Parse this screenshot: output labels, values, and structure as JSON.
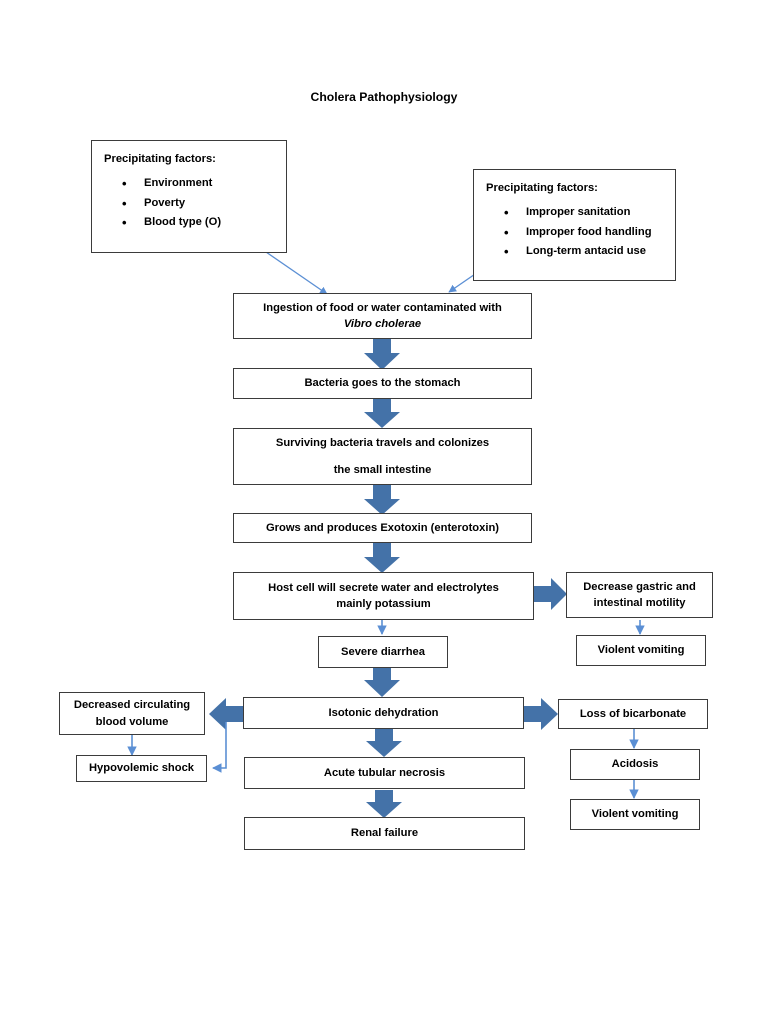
{
  "title": "Cholera Pathophysiology",
  "colors": {
    "thick_arrow": "#4472a8",
    "thin_arrow": "#5b8fd4",
    "box_border": "#3b3b3b",
    "background": "#ffffff",
    "text": "#000000"
  },
  "factor_boxes": [
    {
      "id": "precipitating-factors-left",
      "title": "Precipitating factors:",
      "items": [
        "Environment",
        "Poverty",
        "Blood type (O)"
      ]
    },
    {
      "id": "precipitating-factors-right",
      "title": "Precipitating factors:",
      "items": [
        "Improper sanitation",
        "Improper food handling",
        "Long-term antacid use"
      ]
    }
  ],
  "nodes": [
    {
      "id": "ingestion",
      "lines": [
        "Ingestion of food or water contaminated with",
        "Vibro cholerae"
      ],
      "italic_lines": [
        1
      ]
    },
    {
      "id": "stomach",
      "lines": [
        "Bacteria goes to the stomach"
      ],
      "italic_lines": []
    },
    {
      "id": "colonizes",
      "lines": [
        "Surviving bacteria travels and colonizes",
        "the small intestine"
      ],
      "italic_lines": []
    },
    {
      "id": "exotoxin",
      "lines": [
        "Grows and produces Exotoxin (enterotoxin)"
      ],
      "italic_lines": []
    },
    {
      "id": "host-cell",
      "lines": [
        "Host cell will secrete water and electrolytes",
        "mainly potassium"
      ],
      "italic_lines": []
    },
    {
      "id": "severe-diarrhea",
      "lines": [
        "Severe diarrhea"
      ],
      "italic_lines": []
    },
    {
      "id": "isotonic-dehydration",
      "lines": [
        "Isotonic dehydration"
      ],
      "italic_lines": []
    },
    {
      "id": "acute-tubular-necrosis",
      "lines": [
        "Acute tubular necrosis"
      ],
      "italic_lines": []
    },
    {
      "id": "renal-failure",
      "lines": [
        "Renal failure"
      ],
      "italic_lines": []
    },
    {
      "id": "decreased-blood-volume",
      "lines": [
        "Decreased circulating",
        "blood volume"
      ],
      "italic_lines": []
    },
    {
      "id": "hypovolemic-shock",
      "lines": [
        "Hypovolemic shock"
      ],
      "italic_lines": []
    },
    {
      "id": "decrease-motility",
      "lines": [
        "Decrease gastric and",
        "intestinal motility"
      ],
      "italic_lines": []
    },
    {
      "id": "violent-vomiting-right",
      "lines": [
        "Violent vomiting"
      ],
      "italic_lines": []
    },
    {
      "id": "loss-of-bicarbonate",
      "lines": [
        "Loss of bicarbonate"
      ],
      "italic_lines": []
    },
    {
      "id": "acidosis",
      "lines": [
        "Acidosis"
      ],
      "italic_lines": []
    },
    {
      "id": "violent-vomiting-far-right",
      "lines": [
        "Violent vomiting"
      ],
      "italic_lines": []
    }
  ],
  "connections": [
    {
      "from": "precipitating-factors-left",
      "to": "ingestion",
      "style": "thin-diagonal"
    },
    {
      "from": "precipitating-factors-right",
      "to": "ingestion",
      "style": "thin-diagonal"
    },
    {
      "from": "ingestion",
      "to": "stomach",
      "style": "thick-down"
    },
    {
      "from": "stomach",
      "to": "colonizes",
      "style": "thick-down"
    },
    {
      "from": "colonizes",
      "to": "exotoxin",
      "style": "thick-down"
    },
    {
      "from": "exotoxin",
      "to": "host-cell",
      "style": "thick-down"
    },
    {
      "from": "host-cell",
      "to": "severe-diarrhea",
      "style": "thin-down"
    },
    {
      "from": "host-cell",
      "to": "decrease-motility",
      "style": "thick-right"
    },
    {
      "from": "decrease-motility",
      "to": "violent-vomiting-right",
      "style": "thin-down"
    },
    {
      "from": "severe-diarrhea",
      "to": "isotonic-dehydration",
      "style": "thick-down"
    },
    {
      "from": "isotonic-dehydration",
      "to": "decreased-blood-volume",
      "style": "thick-left"
    },
    {
      "from": "isotonic-dehydration",
      "to": "loss-of-bicarbonate",
      "style": "thick-right"
    },
    {
      "from": "isotonic-dehydration",
      "to": "acute-tubular-necrosis",
      "style": "thick-down"
    },
    {
      "from": "isotonic-dehydration",
      "to": "hypovolemic-shock",
      "style": "thin-elbow"
    },
    {
      "from": "decreased-blood-volume",
      "to": "hypovolemic-shock",
      "style": "thin-down"
    },
    {
      "from": "acute-tubular-necrosis",
      "to": "renal-failure",
      "style": "thick-down"
    },
    {
      "from": "loss-of-bicarbonate",
      "to": "acidosis",
      "style": "thin-down"
    },
    {
      "from": "acidosis",
      "to": "violent-vomiting-far-right",
      "style": "thin-down"
    }
  ]
}
